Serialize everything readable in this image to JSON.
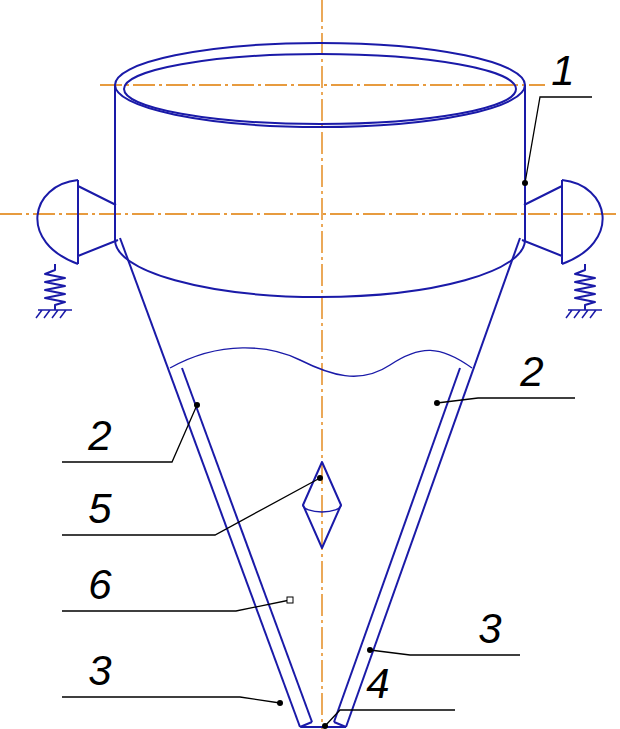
{
  "diagram": {
    "labels": [
      "1",
      "2",
      "2",
      "5",
      "6",
      "3",
      "3",
      "4"
    ]
  }
}
